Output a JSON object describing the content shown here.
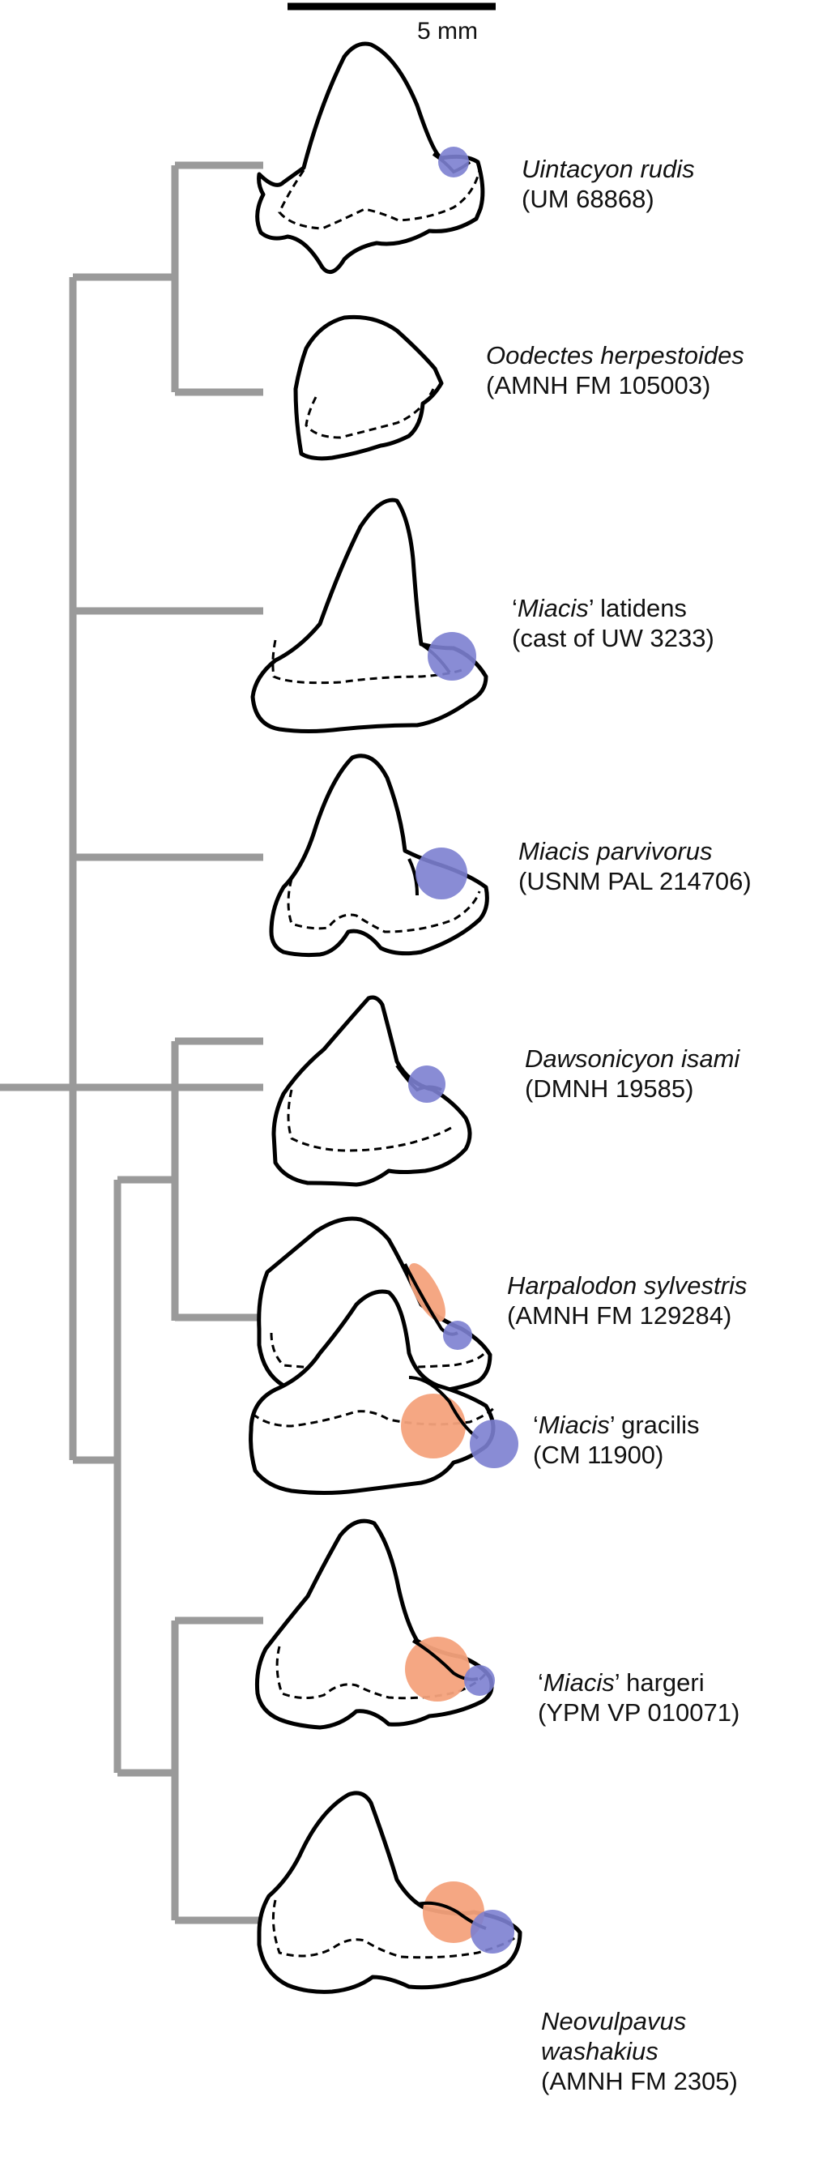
{
  "scale_bar": {
    "label": "5 mm"
  },
  "colors": {
    "tree": "#9a9a9a",
    "outline": "#000000",
    "blue_cusp": "#7c7fd0",
    "orange_cusp": "#f4a27c"
  },
  "taxa": [
    {
      "id": "uintacyon",
      "name_prefix": "",
      "name": "Uintacyon rudis",
      "name_suffix": "",
      "specimen": "(UM 68868)",
      "name_lines": []
    },
    {
      "id": "oodectes",
      "name_prefix": "",
      "name": "Oodectes herpestoides",
      "name_suffix": "",
      "specimen": "(AMNH FM 105003)",
      "name_lines": []
    },
    {
      "id": "latidens",
      "name_prefix": "‘",
      "name": "Miacis",
      "name_suffix": "’ latidens",
      "specimen": "(cast of UW 3233)",
      "name_lines": []
    },
    {
      "id": "parvivorus",
      "name_prefix": "",
      "name": "Miacis parvivorus",
      "name_suffix": "",
      "specimen": "(USNM PAL 214706)",
      "name_lines": []
    },
    {
      "id": "dawsonicyon",
      "name_prefix": "",
      "name": "Dawsonicyon isami",
      "name_suffix": "",
      "specimen": "(DMNH 19585)",
      "name_lines": []
    },
    {
      "id": "harpalodon",
      "name_prefix": "",
      "name": "Harpalodon sylvestris",
      "name_suffix": "",
      "specimen": "(AMNH FM 129284)",
      "name_lines": []
    },
    {
      "id": "gracilis",
      "name_prefix": "‘",
      "name": "Miacis",
      "name_suffix": "’ gracilis",
      "specimen": "(CM 11900)",
      "name_lines": []
    },
    {
      "id": "hargeri",
      "name_prefix": "‘",
      "name": "Miacis",
      "name_suffix": "’ hargeri",
      "specimen": "(YPM VP 010071)",
      "name_lines": []
    },
    {
      "id": "neovulpavus",
      "name_prefix": "",
      "name": "Neovulpavus",
      "name_suffix": "",
      "specimen": "(AMNH FM 2305)",
      "name_lines": [
        "washakius"
      ]
    }
  ]
}
